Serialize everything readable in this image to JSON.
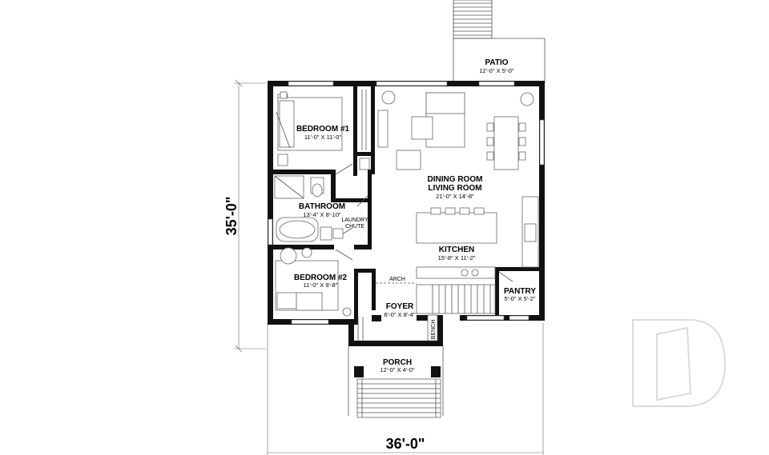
{
  "overall": {
    "width_label": "36'-0\"",
    "depth_label": "35'-0\""
  },
  "rooms": {
    "patio": {
      "name": "PATIO",
      "size": "12'-0\" X 5'-0\""
    },
    "bedroom1": {
      "name": "BEDROOM #1",
      "size": "11'-0\" X 11'-0\""
    },
    "living": {
      "name1": "DINING ROOM",
      "name2": "LIVING ROOM",
      "size": "21'-0\" X 14'-8\""
    },
    "bathroom": {
      "name": "BATHROOM",
      "size": "13'-4\" X 8'-10\""
    },
    "laundry": {
      "line1": "LAUNDRY",
      "line2": "CHUTE"
    },
    "kitchen": {
      "name": "KITCHEN",
      "size": "15'-8\" X 11'-2\""
    },
    "bedroom2": {
      "name": "BEDROOM #2",
      "size": "11'-0\" X 9'-8\""
    },
    "arch": {
      "label": "ARCH"
    },
    "pantry": {
      "name": "PANTRY",
      "size": "5'-0\" X 5'-2\""
    },
    "foyer": {
      "name": "FOYER",
      "size": "6'-0\" X 8'-4\""
    },
    "bench": {
      "label": "BENCH"
    },
    "porch": {
      "name": "PORCH",
      "size": "12'-0\" X 4'-0\""
    }
  }
}
